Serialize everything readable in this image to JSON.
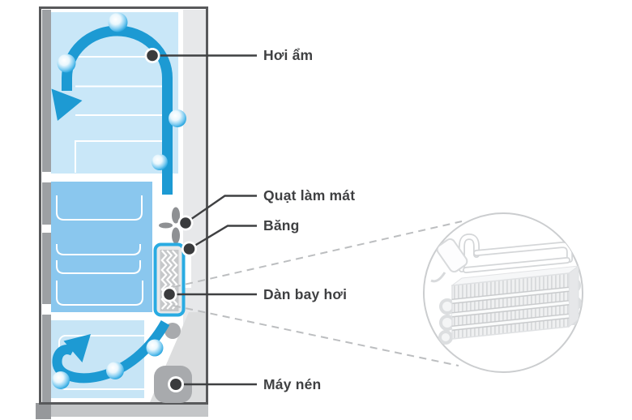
{
  "figure": {
    "description": "Refrigerator cooling airflow cross-section diagram with magnified evaporator detail",
    "callouts": [
      {
        "id": "moisture",
        "label": "Hơi ẩm"
      },
      {
        "id": "cooling-fan",
        "label": "Quạt làm mát"
      },
      {
        "id": "ice",
        "label": "Băng"
      },
      {
        "id": "evaporator",
        "label": "Dàn bay hơi"
      },
      {
        "id": "compressor",
        "label": "Máy nén"
      }
    ]
  },
  "palette": {
    "background": "#ffffff",
    "arrow_blue": "#1d9ad3",
    "bubble_blue": "#29a8e0",
    "interior_light_blue": "#c9e7f8",
    "drawer_blue": "#8ac7ee",
    "bottom_blue": "#c7e5f6",
    "evaporator_blue": "#29abe2",
    "door_gray": "#9da0a3",
    "wall_gray": "#e7e8ea",
    "outline_gray": "#58595b",
    "compressor_gray": "#a8aaad",
    "niche_gray": "#dcddde",
    "label_color": "#3f4042",
    "dashed_gray": "#bcbec0",
    "circle_border": "#cbcdcf"
  }
}
